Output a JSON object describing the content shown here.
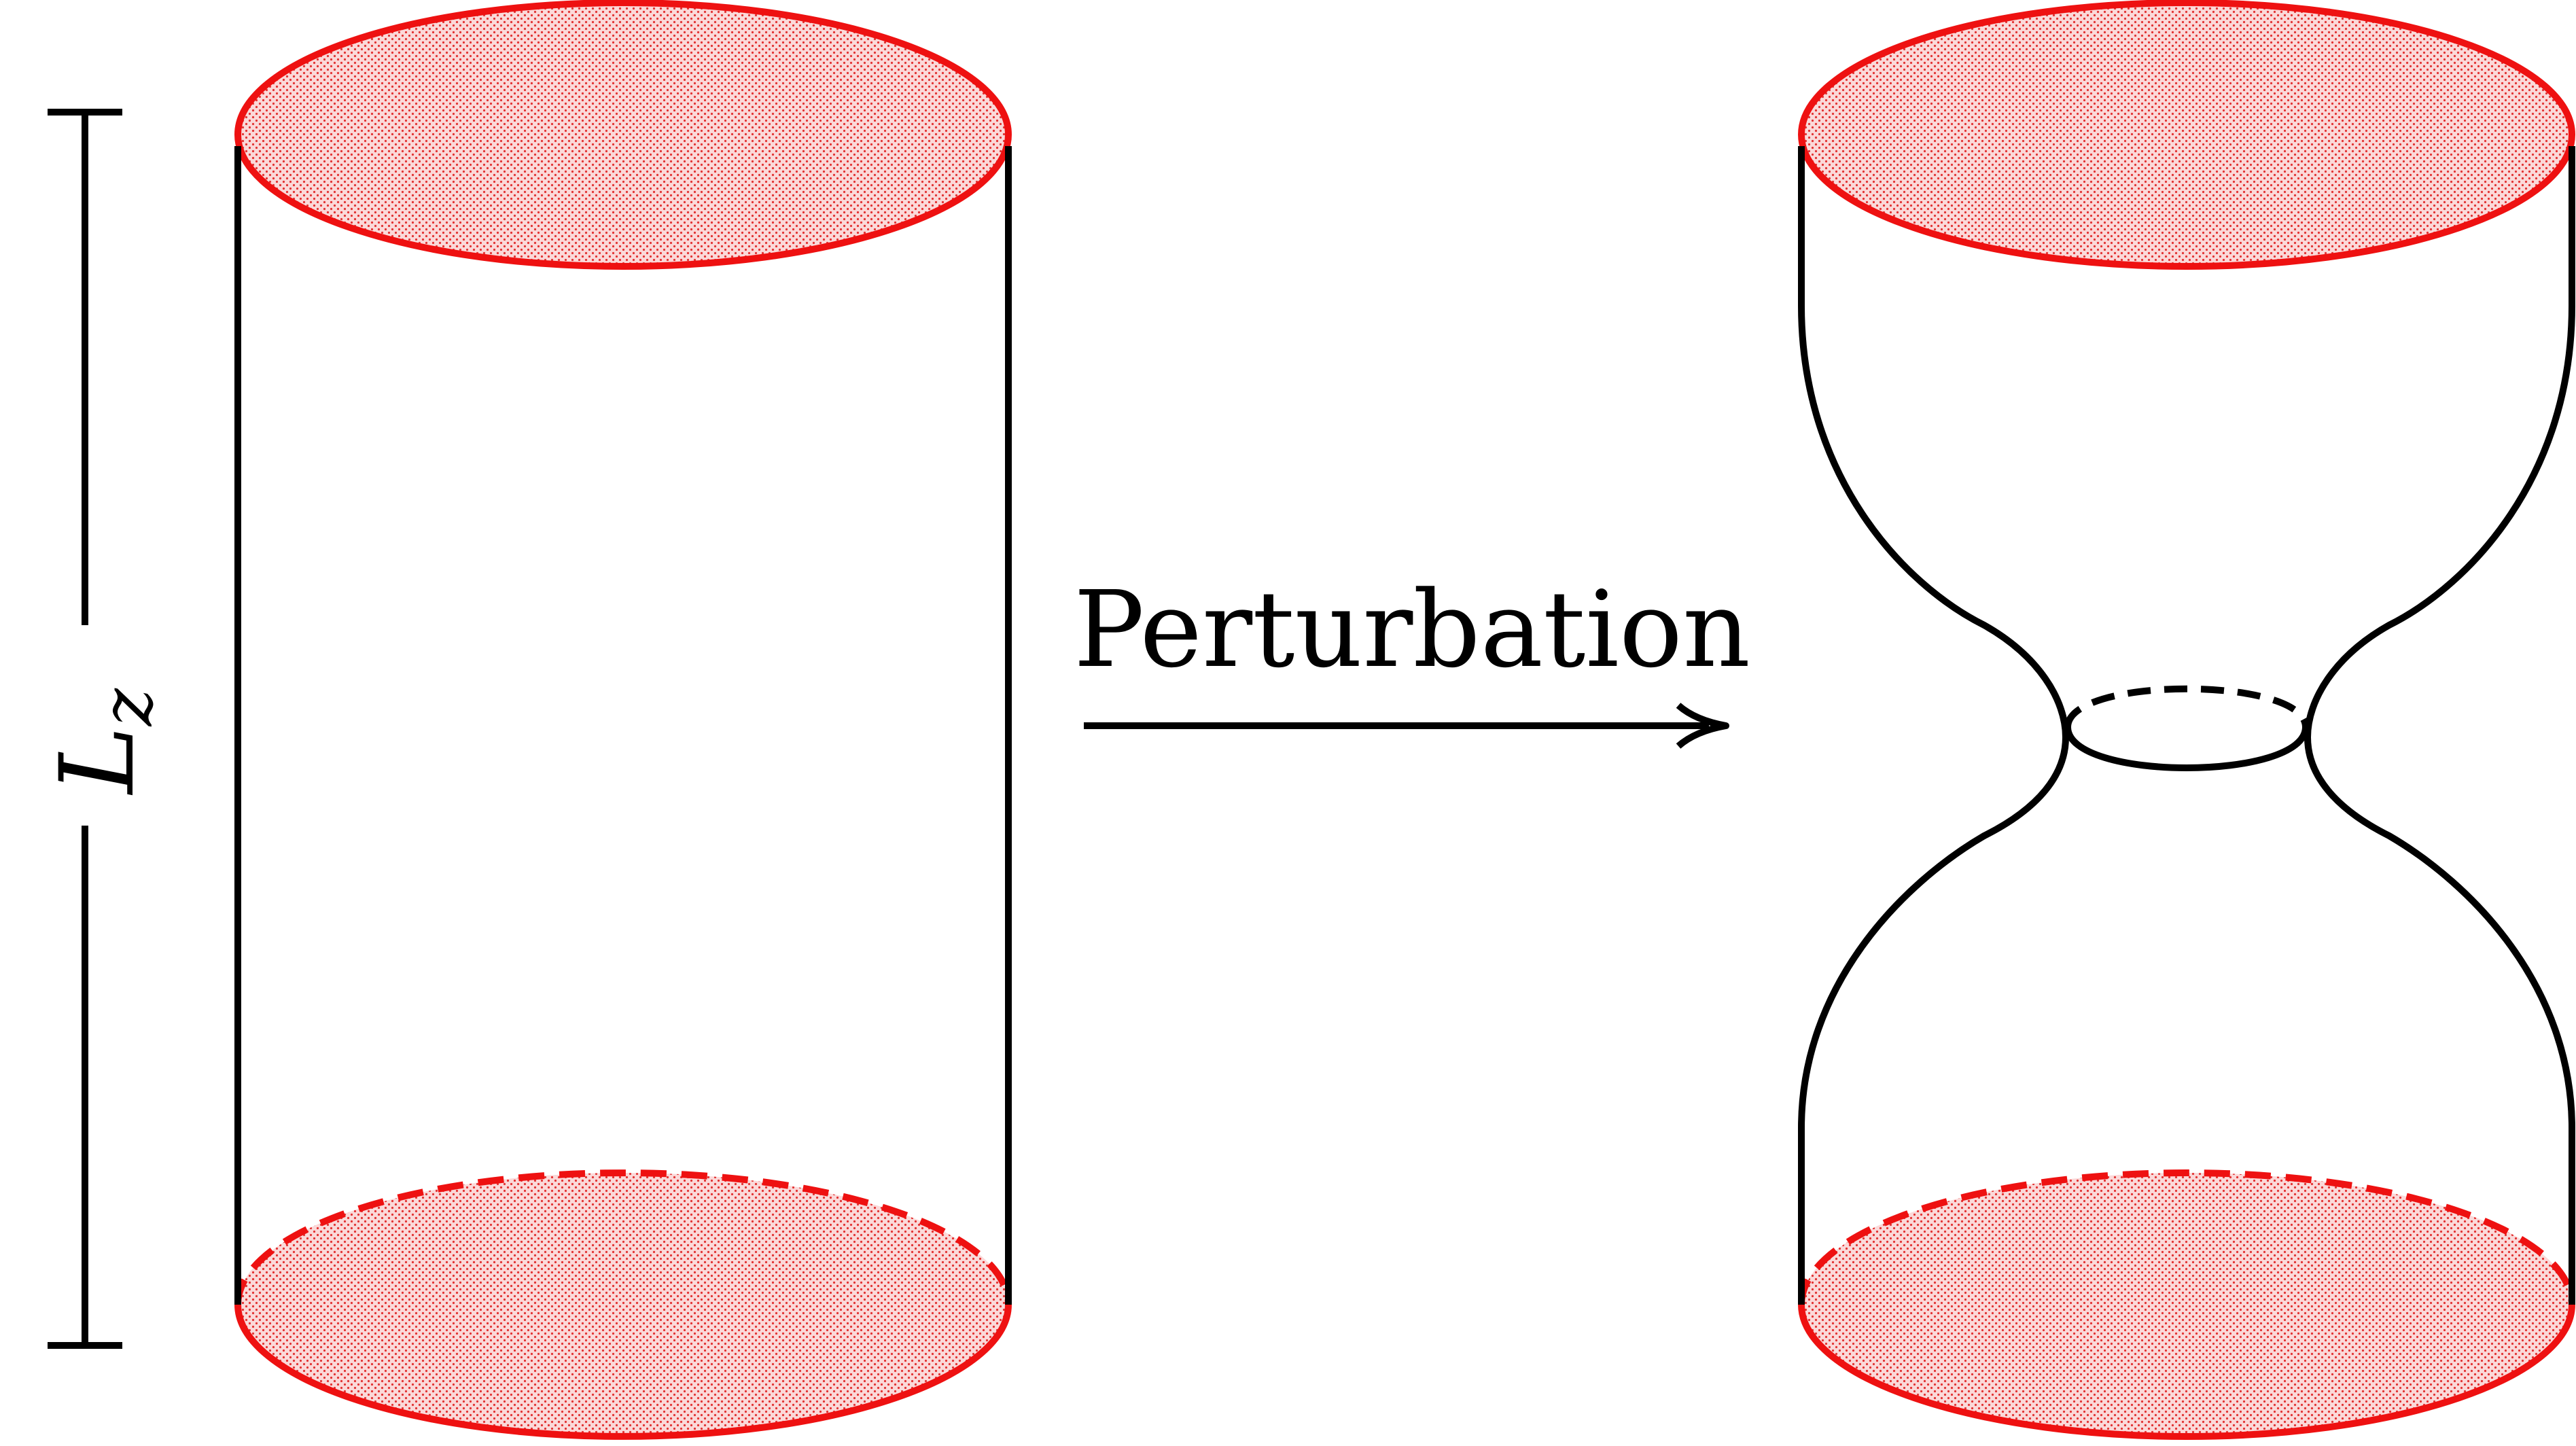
{
  "diagram": {
    "arrow_label": "Perturbation",
    "length_label": {
      "symbol": "L",
      "subscript": "z"
    },
    "colors": {
      "boundary_stroke": "#ee1111",
      "boundary_fill": "#f4a3a3",
      "surface_stroke": "#000000",
      "background": "#ffffff"
    },
    "icons": {
      "left_shape": "cylinder",
      "right_shape": "pinched-cylinder-hourglass",
      "arrow": "right-arrow"
    }
  }
}
